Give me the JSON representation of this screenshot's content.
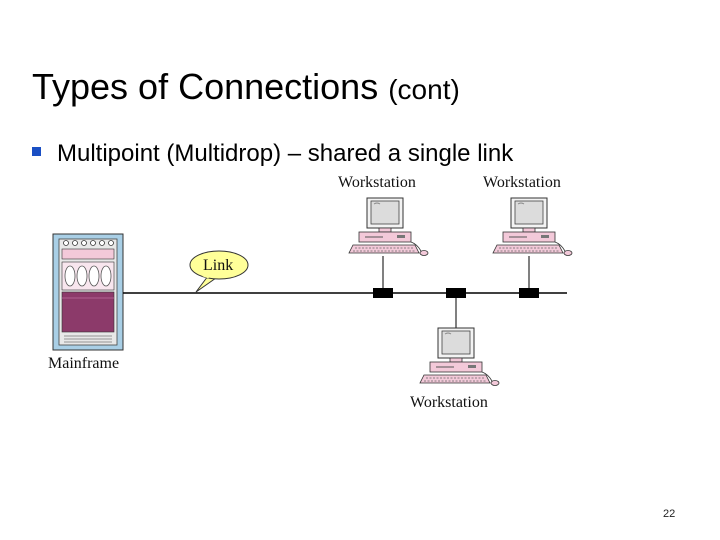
{
  "slide": {
    "title": "Types of Connections",
    "title_suffix": "(cont)",
    "bullet": "Multipoint (Multidrop) – shared a single link",
    "page_number": "22"
  },
  "diagram": {
    "link_label": "Link",
    "mainframe_label": "Mainframe",
    "workstations": [
      {
        "label": "Workstation"
      },
      {
        "label": "Workstation"
      },
      {
        "label": "Workstation"
      }
    ]
  },
  "colors": {
    "bullet": "#1a4fc4",
    "callout_fill": "#ffff99",
    "mainframe_frame": "#a9cfe6",
    "mainframe_panel": "#8c3a6a",
    "computer_pink": "#f3c9d9",
    "monitor_face": "#dcdcdc",
    "connector": "#000000"
  }
}
